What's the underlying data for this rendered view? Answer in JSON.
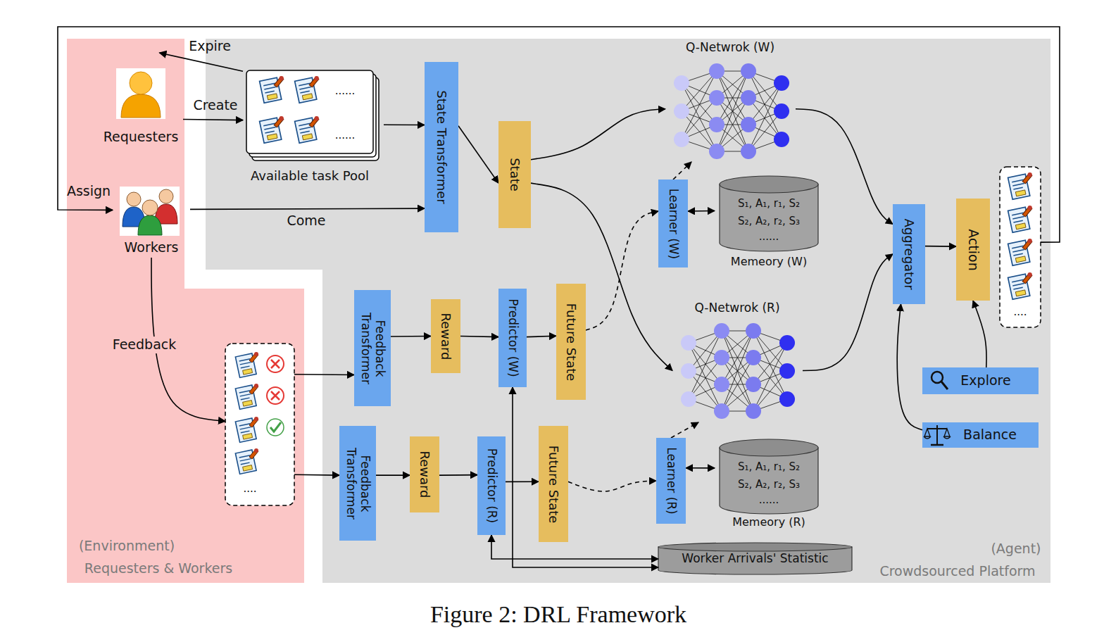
{
  "diagram": {
    "caption": "Figure 2: DRL Framework",
    "nodes": [
      {
        "text": [
          "Requesters"
        ]
      },
      {
        "text": [
          "......",
          "......",
          "Available task Pool"
        ]
      },
      {
        "text": [
          "Workers"
        ]
      },
      {
        "text": [
          "State Transformer"
        ]
      },
      {
        "text": [
          "State"
        ]
      },
      {
        "text": [
          "Q-Netwrok (W)"
        ]
      },
      {
        "text": [
          "Learner (W)"
        ]
      },
      {
        "text": [
          "S₁, A₁, r₁, S₂",
          "S₂, A₂, r₂, S₃",
          "......",
          "Memeory (W)"
        ]
      },
      {
        "text": [
          "...."
        ]
      },
      {
        "text": [
          "Feedback Transformer"
        ]
      },
      {
        "text": [
          "Reward"
        ]
      },
      {
        "text": [
          "Predictor (W)"
        ]
      },
      {
        "text": [
          "Future State"
        ]
      },
      {
        "text": [
          "Q-Netwrok (R)"
        ]
      },
      {
        "text": [
          "Feedback Transformer"
        ]
      },
      {
        "text": [
          "Reward"
        ]
      },
      {
        "text": [
          "Predictor (R)"
        ]
      },
      {
        "text": [
          "Future State"
        ]
      },
      {
        "text": [
          "Learner (R)"
        ]
      },
      {
        "text": [
          "S₁, A₁, r₁, S₂",
          "S₂, A₂, r₂, S₃",
          "......",
          "Memeory (R)"
        ]
      },
      {
        "text": [
          "Worker Arrivals' Statistic"
        ]
      },
      {
        "text": [
          "Aggregator"
        ]
      },
      {
        "text": [
          "Action"
        ]
      },
      {
        "text": [
          "...."
        ]
      },
      {
        "text": [
          "Explore"
        ]
      },
      {
        "text": [
          "Balance"
        ]
      }
    ],
    "edges": [
      {
        "from": 0,
        "to": 1,
        "label": "Create",
        "arrow": "to"
      },
      {
        "from": 1,
        "to": 0,
        "label": "Expire",
        "arrow": "to"
      },
      {
        "from": 1,
        "to": 3,
        "arrow": "to"
      },
      {
        "from": 2,
        "to": 3,
        "label": "Come",
        "arrow": "to"
      },
      {
        "from": 3,
        "to": 4,
        "arrow": "to"
      },
      {
        "from": 4,
        "to": 5,
        "arrow": "to"
      },
      {
        "from": 4,
        "to": 13,
        "arrow": "to"
      },
      {
        "from": 5,
        "to": 21,
        "arrow": "to"
      },
      {
        "from": 13,
        "to": 21,
        "arrow": "to"
      },
      {
        "from": 21,
        "to": 22,
        "arrow": "to"
      },
      {
        "from": 23,
        "to": 2,
        "label": "Assign",
        "arrow": "to"
      },
      {
        "from": 24,
        "to": 22,
        "arrow": "to"
      },
      {
        "from": 25,
        "to": 21,
        "arrow": "to"
      },
      {
        "from": 2,
        "to": 8,
        "label": "Feedback",
        "arrow": "to"
      },
      {
        "from": 8,
        "to": 9,
        "arrow": "to"
      },
      {
        "from": 8,
        "to": 14,
        "arrow": "to"
      },
      {
        "from": 9,
        "to": 10,
        "arrow": "to"
      },
      {
        "from": 10,
        "to": 11,
        "arrow": "to"
      },
      {
        "from": 11,
        "to": 12,
        "arrow": "to"
      },
      {
        "from": 12,
        "to": 6,
        "arrow": "to"
      },
      {
        "from": 6,
        "to": 5,
        "arrow": "to"
      },
      {
        "from": 6,
        "to": 7,
        "arrow": "both"
      },
      {
        "from": 14,
        "to": 15,
        "arrow": "to"
      },
      {
        "from": 15,
        "to": 16,
        "arrow": "to"
      },
      {
        "from": 16,
        "to": 17,
        "arrow": "to"
      },
      {
        "from": 17,
        "to": 18,
        "arrow": "to"
      },
      {
        "from": 18,
        "to": 13,
        "arrow": "to"
      },
      {
        "from": 18,
        "to": 19,
        "arrow": "both"
      },
      {
        "from": 20,
        "to": 11,
        "arrow": "both"
      },
      {
        "from": 20,
        "to": 16,
        "arrow": "both"
      }
    ],
    "labels": [
      "(Environment)",
      "Requesters & Workers",
      "(Agent)",
      "Crowdsourced Platform"
    ]
  }
}
